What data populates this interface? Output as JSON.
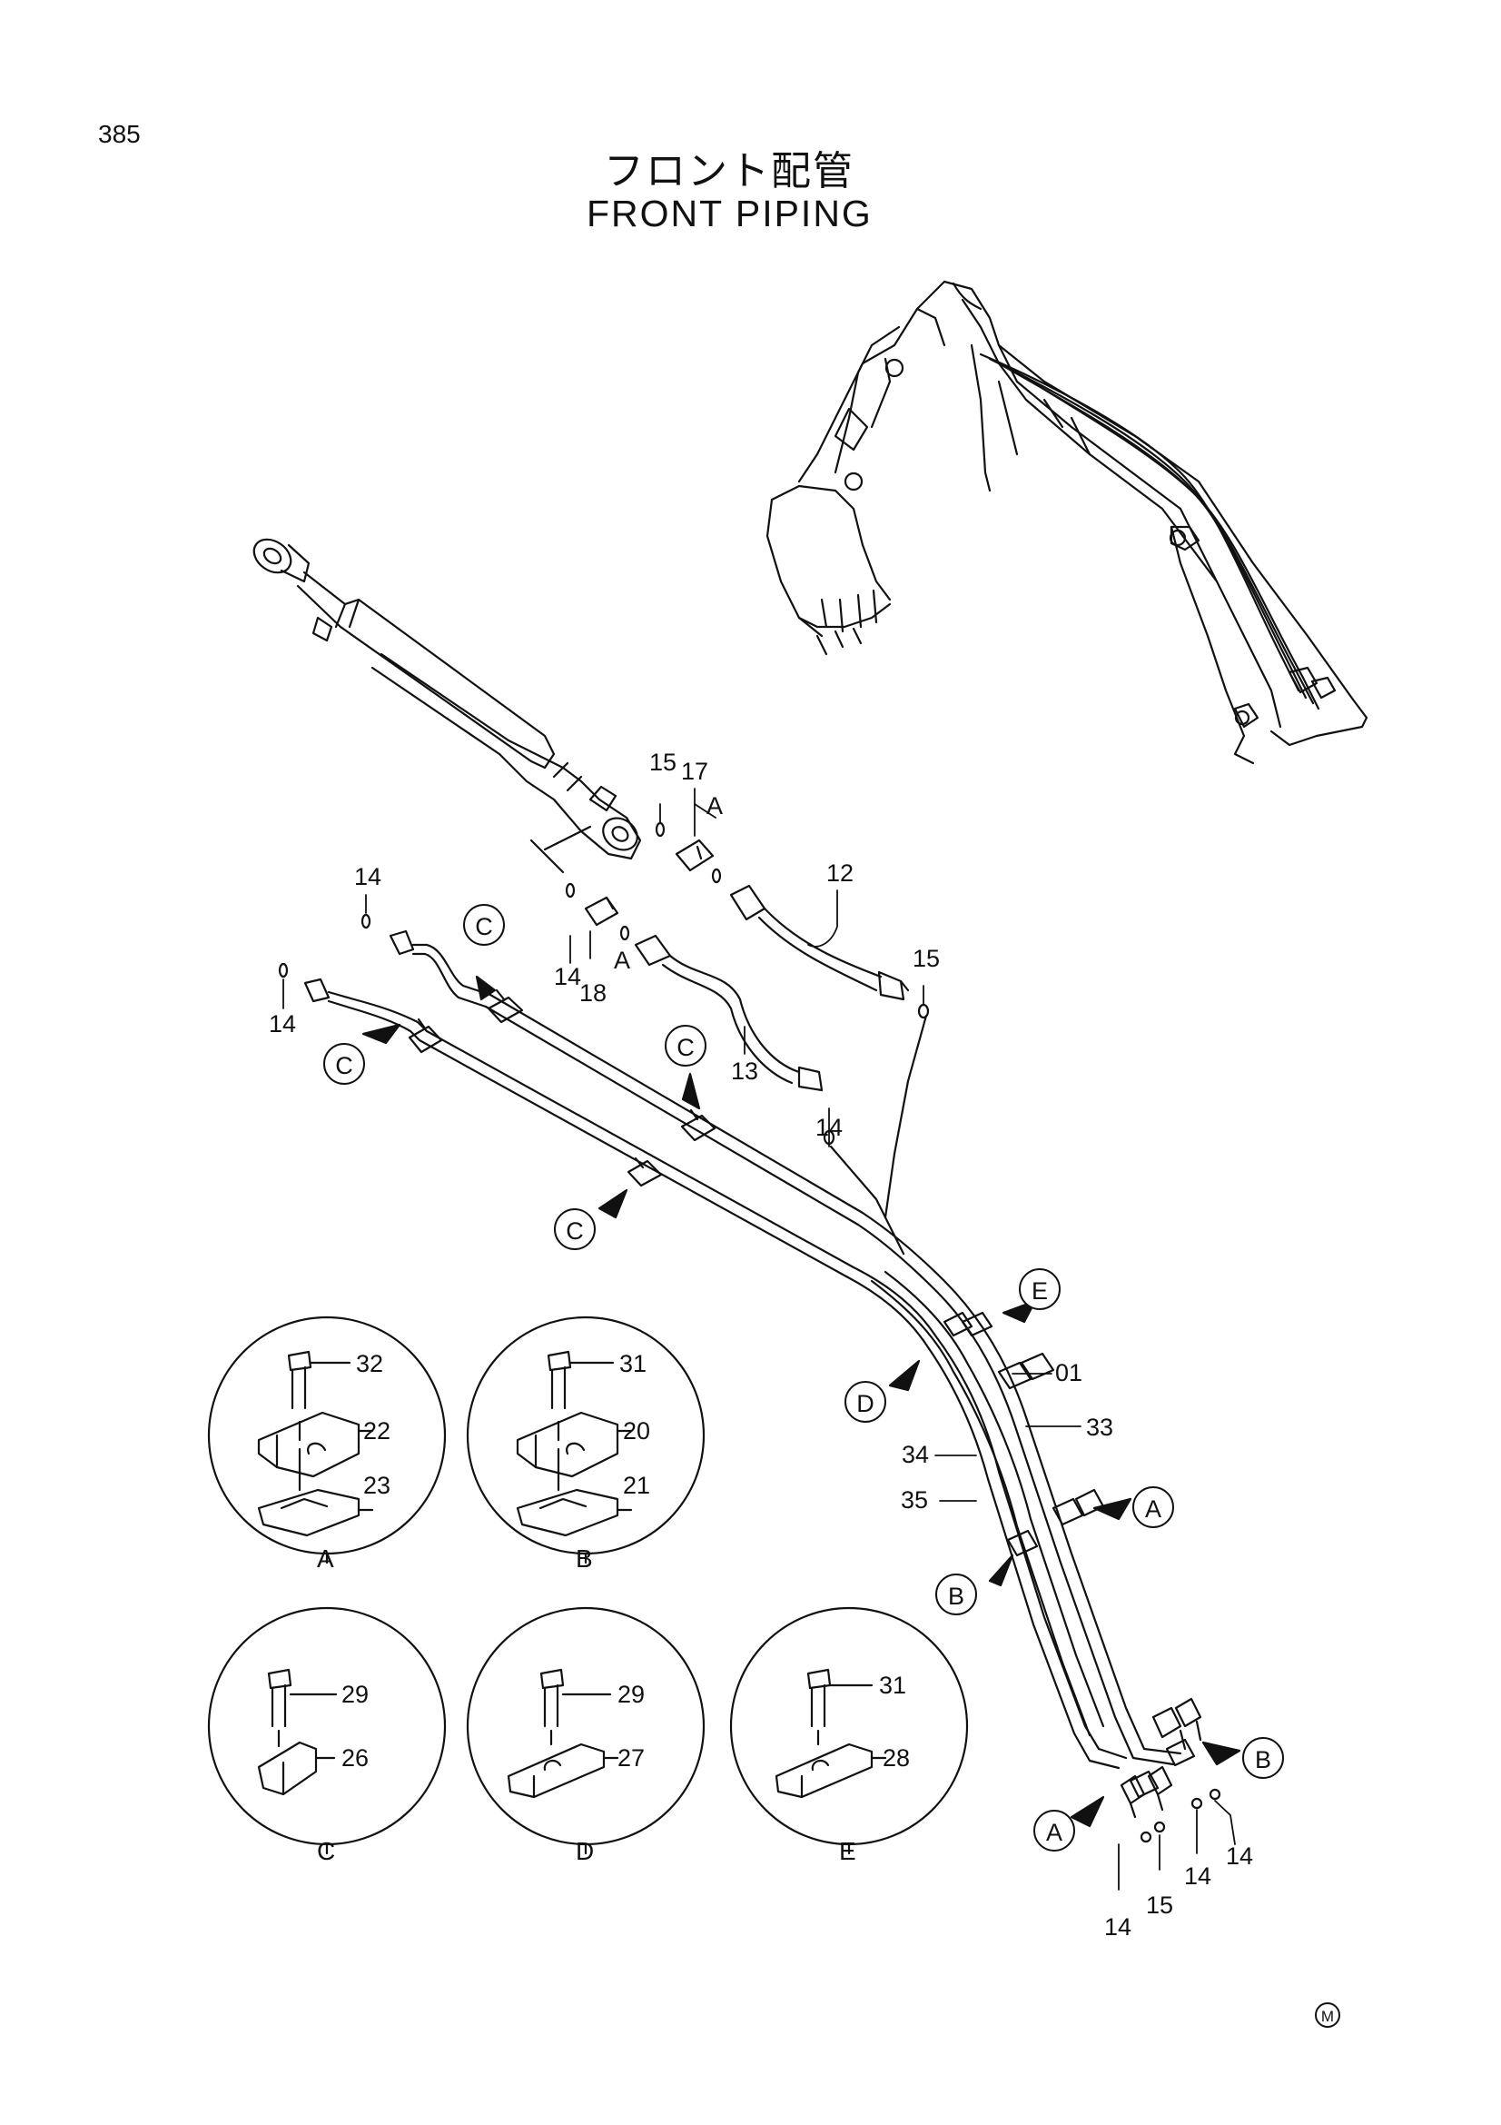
{
  "page": {
    "number": "385",
    "title_jp": "フロント配管",
    "title_en": "FRONT PIPING",
    "mark": "M"
  },
  "parts": {
    "p15a": "15",
    "p17": "17",
    "pA1": "A",
    "p12": "12",
    "p14a": "14",
    "p14b": "14",
    "p14c": "14",
    "p18": "18",
    "pA2": "A",
    "p15b": "15",
    "p13": "13",
    "p14d": "14",
    "p01": "01",
    "p33": "33",
    "p34": "34",
    "p35": "35",
    "p14e": "14",
    "p15c": "15",
    "p14f": "14",
    "p14g": "14"
  },
  "callouts": {
    "c1": "C",
    "c2": "C",
    "c3": "C",
    "c4": "C",
    "e1": "E",
    "d1": "D",
    "a1": "A",
    "b1": "B",
    "b2": "B",
    "a2": "A"
  },
  "details": {
    "A": {
      "letter": "A",
      "bolt": "32",
      "upper": "22",
      "lower": "23"
    },
    "B": {
      "letter": "B",
      "bolt": "31",
      "upper": "20",
      "lower": "21"
    },
    "C": {
      "letter": "C",
      "bolt": "29",
      "clamp": "26"
    },
    "D": {
      "letter": "D",
      "bolt": "29",
      "clamp": "27"
    },
    "E": {
      "letter": "E",
      "bolt": "31",
      "clamp": "28"
    }
  }
}
